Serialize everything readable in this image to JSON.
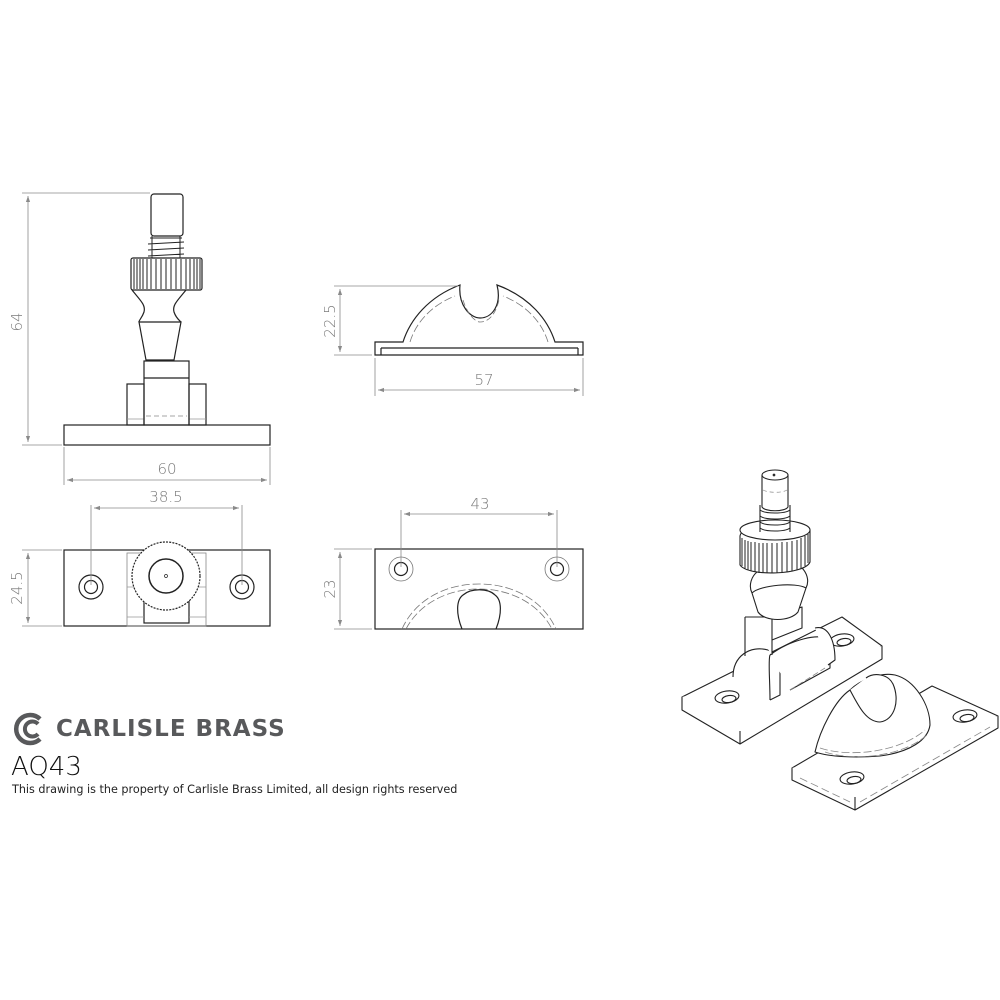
{
  "brand": {
    "name": "CARLISLE BRASS",
    "logo_icon": "carlisle-brass-logo",
    "color": "#58595b"
  },
  "part": {
    "code": "AQ43",
    "notice": "This drawing is the property of Carlisle Brass Limited, all design rights reserved"
  },
  "views": {
    "fastener_front": {
      "height_dim": "64",
      "width_dim": "60"
    },
    "keep_side": {
      "height_dim": "22.5",
      "width_dim": "57"
    },
    "fastener_plan": {
      "height_dim": "24.5",
      "hole_centres_dim": "38.5"
    },
    "keep_plan": {
      "height_dim": "23",
      "hole_centres_dim": "43"
    },
    "isometric": {
      "label": "isometric-assembly-view"
    }
  },
  "colors": {
    "outline": "#222222",
    "dimension": "#8a8a8a"
  }
}
